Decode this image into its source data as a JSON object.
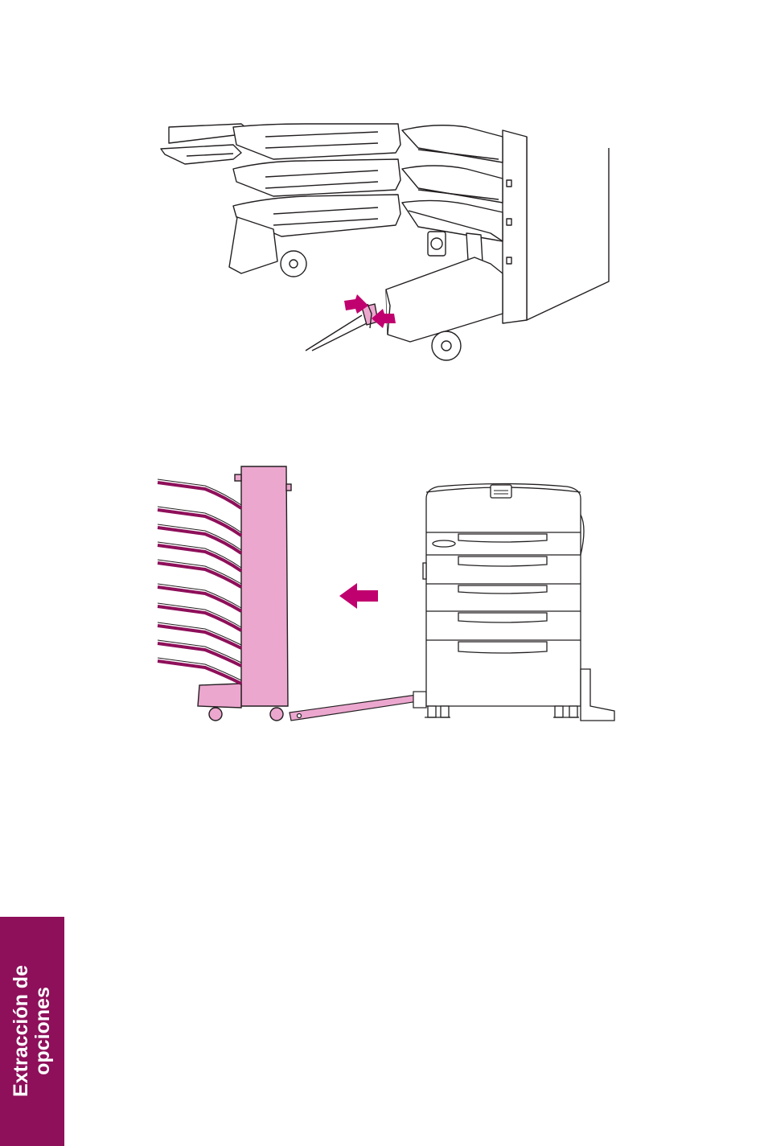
{
  "side_tab": {
    "line1": "Extracción de",
    "line2": "opciones"
  },
  "colors": {
    "accent": "#c0006e",
    "tab_background": "#8e0f5a",
    "mailbox_fill": "#eca7cf",
    "line": "#231f20"
  },
  "figures": {
    "top": {
      "icons": [
        "mailbox-trays",
        "latch-release-arrows"
      ]
    },
    "bottom": {
      "icons": [
        "mailbox-unit",
        "move-left-arrow",
        "printer"
      ]
    }
  }
}
